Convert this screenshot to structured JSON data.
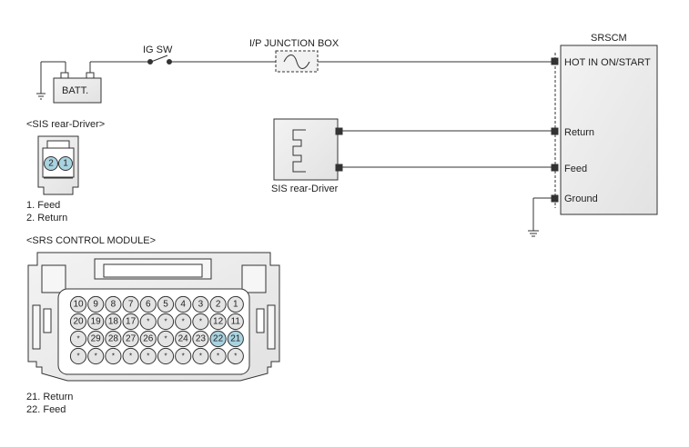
{
  "circuit": {
    "ig_sw_label": "IG SW",
    "junction_box_label": "I/P JUNCTION BOX",
    "battery_label": "BATT.",
    "srscm_title": "SRSCM",
    "srscm_pins": {
      "hot": "HOT IN ON/START",
      "return": "Return",
      "feed": "Feed",
      "ground": "Ground"
    },
    "sensor_label": "SIS rear-Driver"
  },
  "sis_connector": {
    "title": "<SIS rear-Driver>",
    "pin_left": "2",
    "pin_right": "1",
    "legend": [
      "1. Feed",
      "2. Return"
    ]
  },
  "srs_module": {
    "title": "<SRS CONTROL MODULE>",
    "rows": [
      [
        "10",
        "9",
        "8",
        "7",
        "6",
        "5",
        "4",
        "3",
        "2",
        "1"
      ],
      [
        "20",
        "19",
        "18",
        "17",
        "*",
        "*",
        "*",
        "*",
        "12",
        "11"
      ],
      [
        "*",
        "29",
        "28",
        "27",
        "26",
        "*",
        "24",
        "23",
        "22",
        "21"
      ],
      [
        "*",
        "*",
        "*",
        "*",
        "*",
        "*",
        "*",
        "*",
        "*",
        "*"
      ]
    ],
    "highlighted": [
      "21",
      "22"
    ],
    "legend": [
      "21. Return",
      "22. Feed"
    ]
  },
  "colors": {
    "line": "#333333",
    "box_fill": "#ededed",
    "pin_fill": "#e4e4e4",
    "highlight": "#a9d3e0"
  }
}
